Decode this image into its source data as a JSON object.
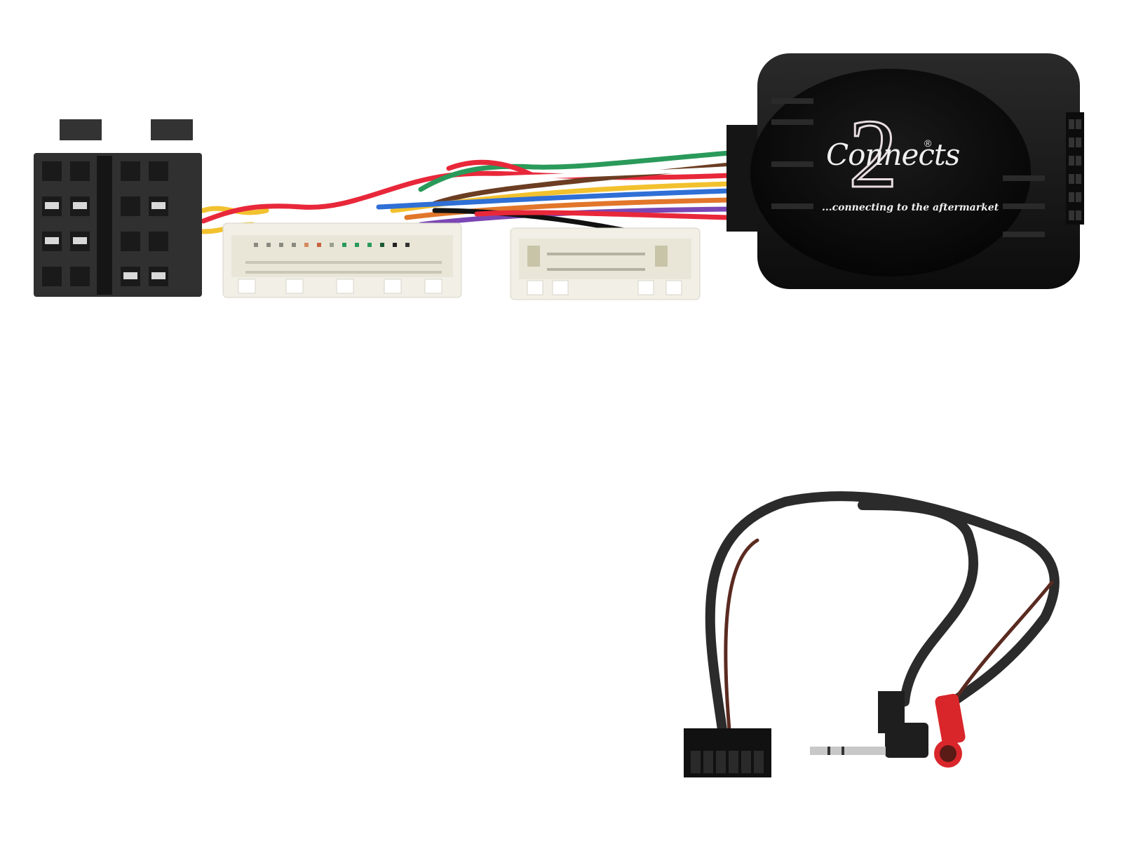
{
  "scene": {
    "subject": "Car stereo steering wheel control interface harness kit",
    "background_color": "#ffffff"
  },
  "brand": {
    "logo_number": "2",
    "logo_script": "Connects",
    "registered_mark": "®",
    "tagline": "...connecting to the aftermarket"
  },
  "components": [
    {
      "id": "iso-connector",
      "label": "ISO connector (black, dual block)",
      "color": "#2e2e2e"
    },
    {
      "id": "oem-connector-large",
      "label": "OEM vehicle connector (white, 2-row)",
      "color": "#f1efe6"
    },
    {
      "id": "oem-connector-small",
      "label": "OEM vehicle connector (white, small)",
      "color": "#f1efe6"
    },
    {
      "id": "interface-box",
      "label": "Interface module (black box)",
      "color": "#151515"
    },
    {
      "id": "patch-lead",
      "label": "Patch lead with 12-pin plug, 3.5mm jack and red antenna bullet",
      "color": "#2b2b2b"
    }
  ],
  "wire_colors": [
    "#f2c12e",
    "#e8283a",
    "#2a9a5a",
    "#6b3d22",
    "#e2762a",
    "#2f6fd6",
    "#7a46b5",
    "#111111",
    "#ffffff"
  ],
  "accent_colors": {
    "red_connector": "#d9262b",
    "jack_metal": "#c8c8c8"
  }
}
